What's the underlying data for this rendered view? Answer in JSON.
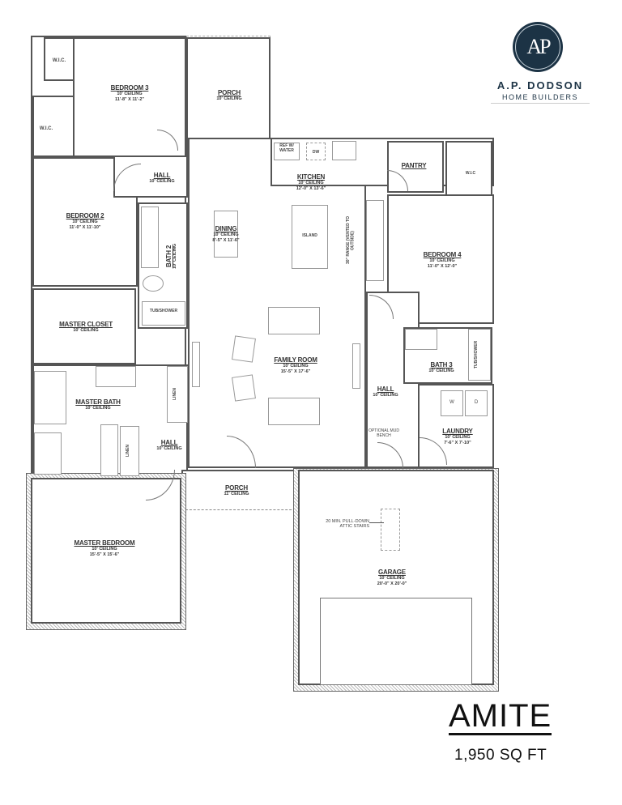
{
  "brand": {
    "monogram": "AP",
    "name": "A.P. DODSON",
    "subtitle": "HOME BUILDERS",
    "color": "#1c3345"
  },
  "plan": {
    "name": "AMITE",
    "area": "1,950 SQ FT"
  },
  "rooms": {
    "bedroom3": {
      "name": "BEDROOM 3",
      "ceiling": "10' CEILING",
      "size": "11'-8\" X 11'-2\""
    },
    "porch_rear": {
      "name": "PORCH",
      "ceiling": "10' CEILING"
    },
    "wic_1": {
      "name": "W.I.C."
    },
    "wic_2": {
      "name": "W.I.C."
    },
    "hall_upper": {
      "name": "HALL",
      "ceiling": "10' CEILING"
    },
    "bedroom2": {
      "name": "BEDROOM 2",
      "ceiling": "10' CEILING",
      "size": "11'-0\" X 11'-10\""
    },
    "bath2": {
      "name": "BATH 2",
      "ceiling": "10' CEILING"
    },
    "bath2_tub": {
      "name": "TUB/SHOWER"
    },
    "dining": {
      "name": "DINING",
      "ceiling": "10' CEILING",
      "size": "8'-5\" X 11'-6\""
    },
    "kitchen": {
      "name": "KITCHEN",
      "ceiling": "10' CEILING",
      "size": "12'-0\" X 13'-6\""
    },
    "ref": {
      "name": "REF W/ WATER"
    },
    "dw": {
      "name": "DW"
    },
    "island": {
      "name": "ISLAND"
    },
    "range": {
      "name": "30\" RANGE (VENTED TO OUTSIDE)"
    },
    "pantry": {
      "name": "PANTRY"
    },
    "wic_3": {
      "name": "W.I.C"
    },
    "bedroom4": {
      "name": "BEDROOM 4",
      "ceiling": "10' CEILING",
      "size": "11'-0\" X 12'-0\""
    },
    "master_closet": {
      "name": "MASTER CLOSET",
      "ceiling": "10' CEILING"
    },
    "family_room": {
      "name": "FAMILY ROOM",
      "ceiling": "10' CEILING",
      "size": "15'-5\" X 17'-6\""
    },
    "master_bath": {
      "name": "MASTER BATH",
      "ceiling": "10' CEILING"
    },
    "linen_1": {
      "name": "LINEN"
    },
    "linen_2": {
      "name": "LINEN"
    },
    "hall_lower": {
      "name": "HALL",
      "ceiling": "10' CEILING"
    },
    "hall_right": {
      "name": "HALL",
      "ceiling": "10' CEILING"
    },
    "mud_bench": {
      "name": "OPTIONAL MUD BENCH"
    },
    "bath3": {
      "name": "BATH 3",
      "ceiling": "10' CEILING"
    },
    "bath3_tub": {
      "name": "TUB/SHOWER"
    },
    "laundry": {
      "name": "LAUNDRY",
      "ceiling": "10' CEILING",
      "size": "7'-6\" X 7'-10\""
    },
    "washer": {
      "name": "W"
    },
    "dryer": {
      "name": "D"
    },
    "porch_front": {
      "name": "PORCH",
      "ceiling": "11' CEILING"
    },
    "master_bedroom": {
      "name": "MASTER BEDROOM",
      "ceiling": "10' CEILING",
      "size": "15'-5\" X 15'-6\""
    },
    "garage": {
      "name": "GARAGE",
      "ceiling": "10' CEILING",
      "size": "20'-0\" X 20'-0\""
    },
    "attic": {
      "name": "20 MIN. PULL-DOWN ATTIC STAIRS"
    }
  }
}
